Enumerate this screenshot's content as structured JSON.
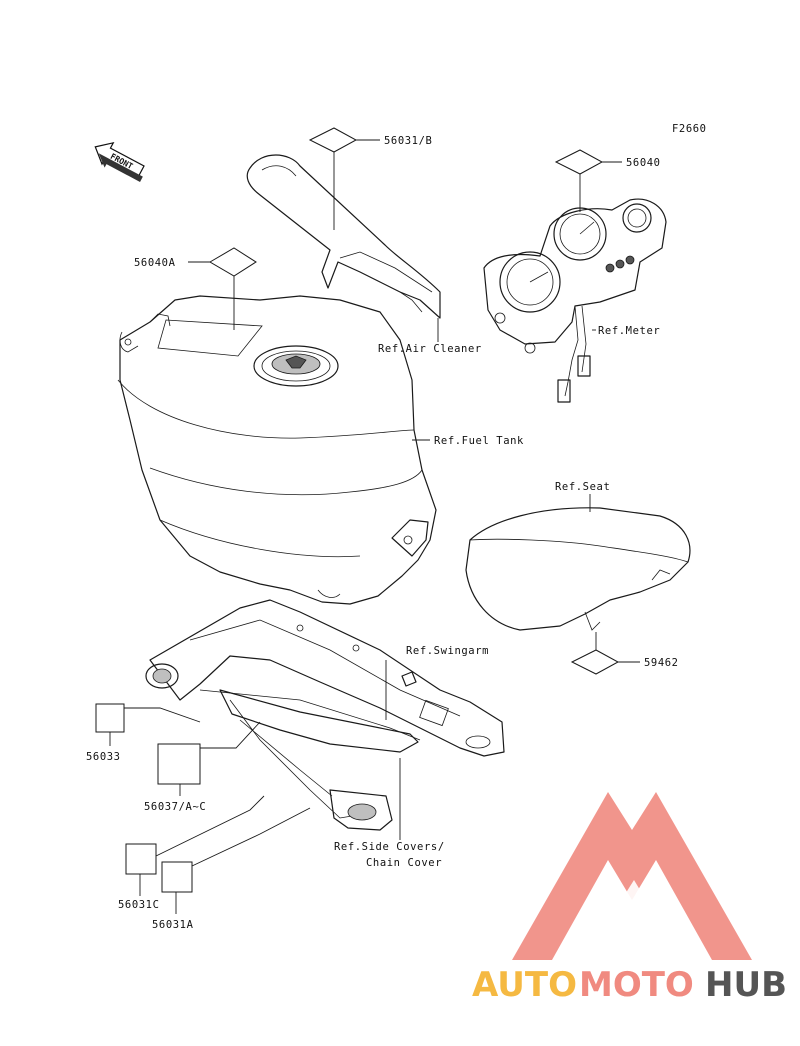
{
  "figure_code": "F2660",
  "front_label": "FRONT",
  "parts": {
    "p56031B": "56031/B",
    "p56040": "56040",
    "p56040A": "56040A",
    "p59462": "59462",
    "p56033": "56033",
    "p56037": "56037/A~C",
    "p56031C": "56031C",
    "p56031A": "56031A"
  },
  "refs": {
    "air_cleaner": "Ref.Air Cleaner",
    "meter": "Ref.Meter",
    "fuel_tank": "Ref.Fuel Tank",
    "seat": "Ref.Seat",
    "swingarm": "Ref.Swingarm",
    "side_covers_l1": "Ref.Side Covers/",
    "side_covers_l2": "Chain Cover"
  },
  "watermark": {
    "part1": "AUTO",
    "part2": "MOTO",
    "part3": "HUB",
    "color1": "#f5b942",
    "color2": "#f08a80",
    "color3": "#555555",
    "logo_color": "#f08a80"
  }
}
